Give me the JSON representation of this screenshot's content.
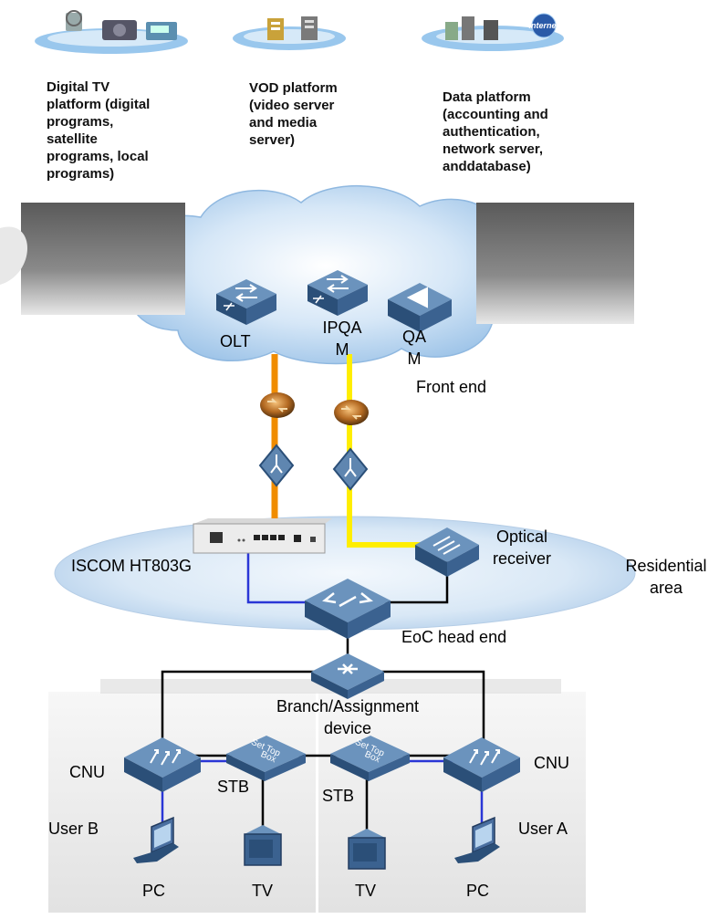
{
  "platforms": {
    "digital_tv": [
      "Digital TV",
      "platform (digital",
      "programs,",
      "satellite",
      "programs, local",
      "programs)"
    ],
    "vod": [
      "VOD platform",
      "(video server",
      "and media",
      "server)"
    ],
    "data": [
      "Data platform",
      "(accounting and",
      "authentication,",
      "network server,",
      "anddatabase)"
    ],
    "internet_badge": "Internet"
  },
  "front_end": {
    "olt": "OLT",
    "ipqam": [
      "IPQA",
      "M"
    ],
    "qam": [
      "QA",
      "M"
    ],
    "label": "Front end"
  },
  "residential": {
    "iscom": "ISCOM HT803G",
    "optical_receiver": [
      "Optical",
      "receiver"
    ],
    "area": [
      "Residential",
      "area"
    ],
    "eoc_head_end": "EoC head end"
  },
  "distribution": {
    "branch": [
      "Branch/Assignment",
      "device"
    ]
  },
  "users": {
    "cnu_left": "CNU",
    "cnu_right": "CNU",
    "stb_left": "STB",
    "stb_right": "STB",
    "stb_box_text": [
      "Set Top",
      "Box"
    ],
    "user_b": "User B",
    "user_a": "User A",
    "pc_left": "PC",
    "tv_left": "TV",
    "tv_right": "TV",
    "pc_right": "PC"
  },
  "colors": {
    "cloud": "#b9d6f0",
    "ellipse": "#cde0f2",
    "device_top": "#5f86b0",
    "device_side": "#2b4f78",
    "fiber_orange": "#f08c00",
    "fiber_yellow": "#ffee00",
    "link_blue": "#2a36d6",
    "link_black": "#000000",
    "grey_box": "#6e6e6e",
    "user_area": "#eeeeee"
  }
}
